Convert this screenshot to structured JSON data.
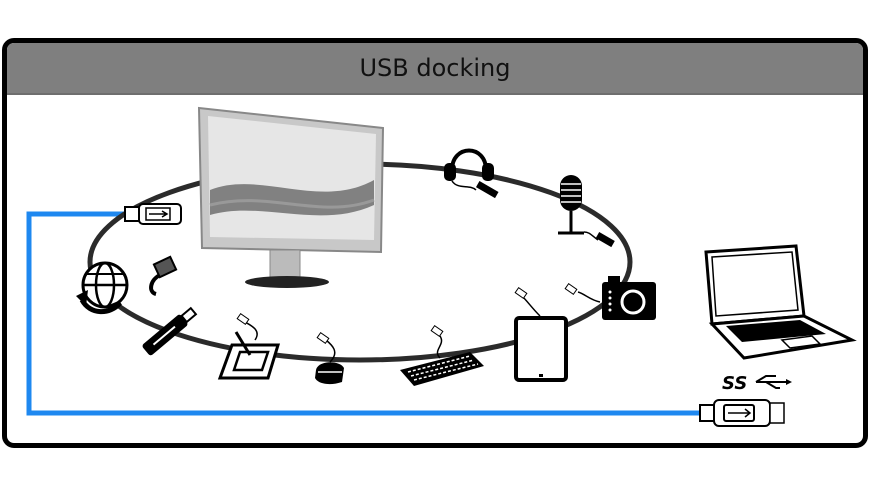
{
  "header": {
    "title": "USB docking"
  },
  "colors": {
    "cable_blue": "#1e88f0",
    "frame": "#000000",
    "header_bg": "#7f7f7f",
    "ring": "#2b2b2b"
  },
  "devices": [
    {
      "name": "monitor"
    },
    {
      "name": "usb-plug-upstream"
    },
    {
      "name": "network-globe"
    },
    {
      "name": "ethernet-plug"
    },
    {
      "name": "usb-flash-drive"
    },
    {
      "name": "drawing-tablet"
    },
    {
      "name": "mouse"
    },
    {
      "name": "keyboard"
    },
    {
      "name": "tablet"
    },
    {
      "name": "camera"
    },
    {
      "name": "microphone"
    },
    {
      "name": "headphones"
    },
    {
      "name": "laptop"
    },
    {
      "name": "usb-superspeed-logo"
    },
    {
      "name": "usb-plug-laptop"
    }
  ],
  "labels": {
    "ss_logo": "SS"
  }
}
